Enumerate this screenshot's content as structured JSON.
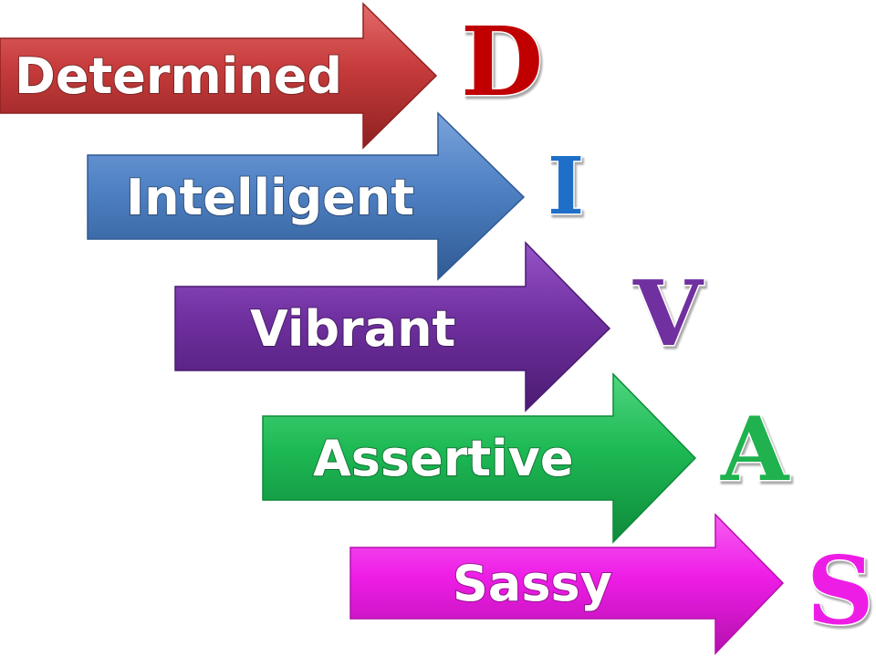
{
  "rows": [
    {
      "word": "Determined",
      "letter": "D",
      "color": "#c63b3b",
      "color_light": "#e46a6a",
      "color_dark": "#8f2121",
      "letter_color": "#c00000"
    },
    {
      "word": "Intelligent",
      "letter": "I",
      "color": "#4f81c4",
      "color_light": "#7aa3dc",
      "color_dark": "#2f5a93",
      "letter_color": "#1f6fc9"
    },
    {
      "word": "Vibrant",
      "letter": "V",
      "color": "#7030a0",
      "color_light": "#9654c8",
      "color_dark": "#4b1b72",
      "letter_color": "#7030a0"
    },
    {
      "word": "Assertive",
      "letter": "A",
      "color": "#1db954",
      "color_light": "#4fd67f",
      "color_dark": "#0f8a3a",
      "letter_color": "#1fb24f"
    },
    {
      "word": "Sassy",
      "letter": "S",
      "color": "#ee1de6",
      "color_light": "#f75ef2",
      "color_dark": "#b510ad",
      "letter_color": "#ee1de6"
    }
  ]
}
